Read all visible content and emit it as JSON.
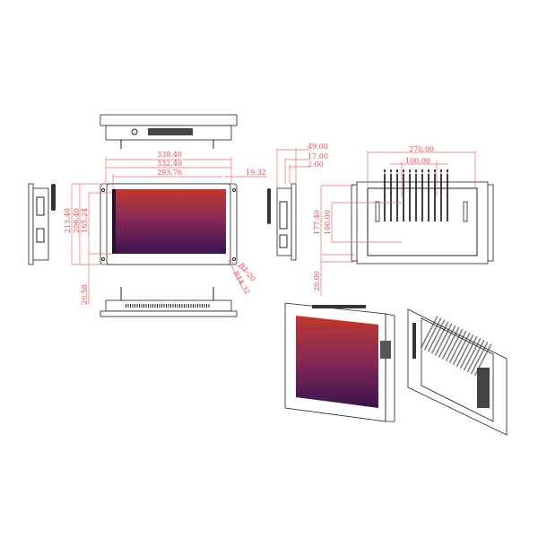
{
  "title": "Open-frame panel PC dimension drawing",
  "colors": {
    "dimension": "#e8494f",
    "outline": "#222222",
    "screen_top": "#c0392b",
    "screen_bottom": "#3b1450"
  },
  "front_view": {
    "width_overall": "339.40",
    "width_bezel": "332.40",
    "width_active": "293.76",
    "side_offset": "19.32",
    "height_overall": "213.40",
    "height_bezel": "206.40",
    "height_active": "165.24",
    "bottom_offset": "20.58",
    "radius_small": "R1.20",
    "radius_large": "R14.32"
  },
  "side_view": {
    "depth_total": "49.00",
    "depth_front": "17.00",
    "depth_lip": "2.00"
  },
  "back_view": {
    "width_mount": "270.00",
    "vesa_width": "100.00",
    "height_mount": "177.40",
    "vesa_height": "100.00",
    "bottom_offset": "20.00"
  }
}
